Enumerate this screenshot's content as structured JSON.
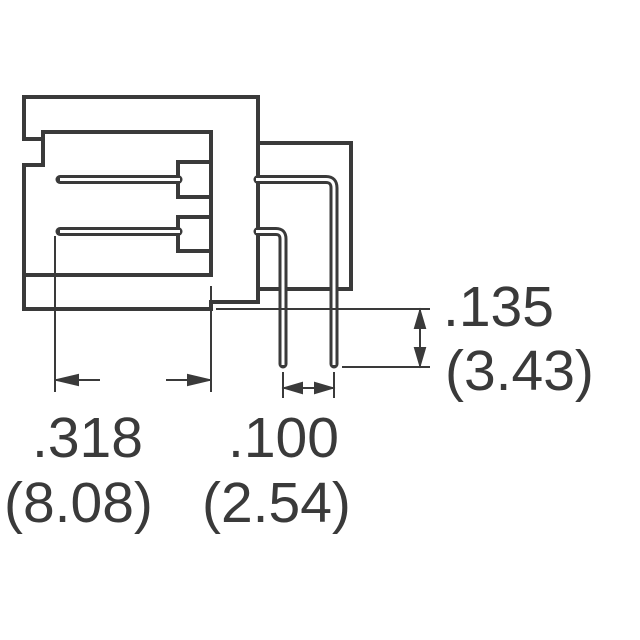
{
  "drawing": {
    "line_color": "#3a3a3a",
    "dimensions": {
      "pin_height": {
        "inch": ".135",
        "mm": "(3.43)"
      },
      "pin_reach": {
        "inch": ".318",
        "mm": "(8.08)"
      },
      "pin_pitch": {
        "inch": ".100",
        "mm": "(2.54)"
      }
    }
  }
}
